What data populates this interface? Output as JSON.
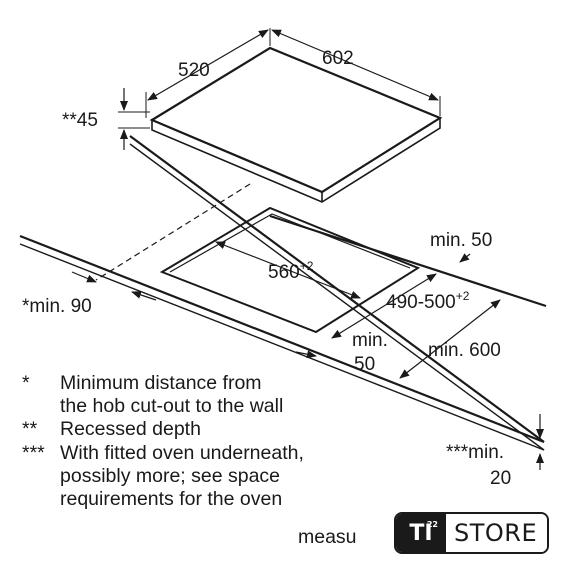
{
  "diagram": {
    "hob": {
      "width": "520",
      "depth": "602",
      "recess": "**45"
    },
    "cutout": {
      "width": "560",
      "width_tol": "+2",
      "depth": "490-500",
      "depth_tol": "+2",
      "wall_dist": "*min. 90",
      "front_min_a": "min.",
      "front_min_b": "50",
      "back_min": "min. 50",
      "worktop_min": "min. 600",
      "oven_min_a": "***min.",
      "oven_min_b": "20"
    }
  },
  "notes": [
    {
      "mark": "*",
      "lines": [
        "Minimum distance from",
        "the hob cut-out to the wall"
      ]
    },
    {
      "mark": "**",
      "lines": [
        "Recessed depth"
      ]
    },
    {
      "mark": "***",
      "lines": [
        "With fitted oven underneath,",
        "possibly more; see space",
        "requirements for the oven"
      ]
    }
  ],
  "notes_tail": "measu",
  "brand": {
    "logo": "TI",
    "logo_sup": "22",
    "name": "STORE"
  },
  "colors": {
    "ink": "#1a1a1a",
    "paper": "#ffffff"
  }
}
